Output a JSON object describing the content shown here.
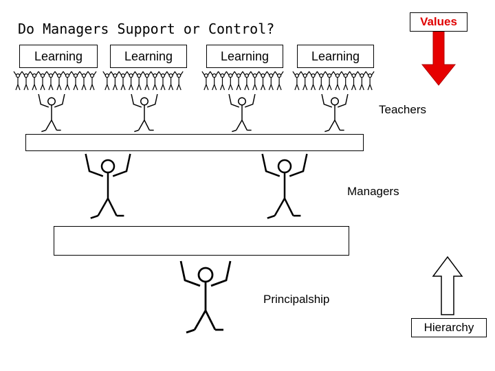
{
  "title": "Do Managers Support or Control?",
  "learning_boxes": [
    "Learning",
    "Learning",
    "Learning",
    "Learning"
  ],
  "values_label": "Values",
  "values_color": "#e00000",
  "teachers_label": "Teachers",
  "managers_label": "Managers",
  "principalship_label": "Principalship",
  "hierarchy_label": "Hierarchy",
  "icons": {
    "down_arrow": "red-down-arrow-icon",
    "up_arrow": "outline-up-arrow-icon"
  }
}
